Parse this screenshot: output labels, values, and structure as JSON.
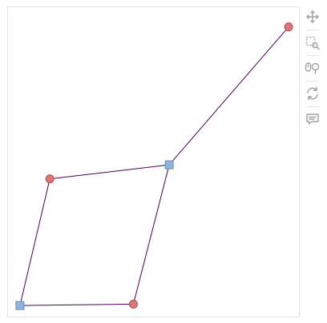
{
  "graph": {
    "nodes": [
      {
        "id": "n1",
        "kind": "circle",
        "x": 7.0,
        "y": 9.5
      },
      {
        "id": "n2",
        "kind": "square",
        "x": 3.0,
        "y": 4.6
      },
      {
        "id": "n3",
        "kind": "circle",
        "x": -1.0,
        "y": 4.1
      },
      {
        "id": "n4",
        "kind": "square",
        "x": -2.0,
        "y": -0.4
      },
      {
        "id": "n5",
        "kind": "circle",
        "x": 1.8,
        "y": -0.35
      }
    ],
    "edges": [
      [
        "n1",
        "n2"
      ],
      [
        "n2",
        "n3"
      ],
      [
        "n3",
        "n4"
      ],
      [
        "n4",
        "n5"
      ],
      [
        "n5",
        "n2"
      ]
    ],
    "xlim": [
      -2.4,
      7.4
    ],
    "ylim": [
      -0.85,
      10.2
    ],
    "colors": {
      "circle_fill": "#d9777b",
      "circle_stroke": "#c0454b",
      "square_fill": "#8fb3d9",
      "square_stroke": "#5f8fc2",
      "edge": "#4b004f"
    }
  },
  "toolbar": {
    "tools": [
      {
        "name": "pan-tool",
        "icon": "move-icon"
      },
      {
        "name": "box-zoom-tool",
        "icon": "box-zoom-icon"
      },
      {
        "name": "wheel-zoom-tool",
        "icon": "wheel-zoom-icon"
      },
      {
        "name": "reset-tool",
        "icon": "reset-icon"
      },
      {
        "name": "hover-tool",
        "icon": "hover-icon"
      }
    ],
    "icon_color": "#a0a0a0"
  }
}
